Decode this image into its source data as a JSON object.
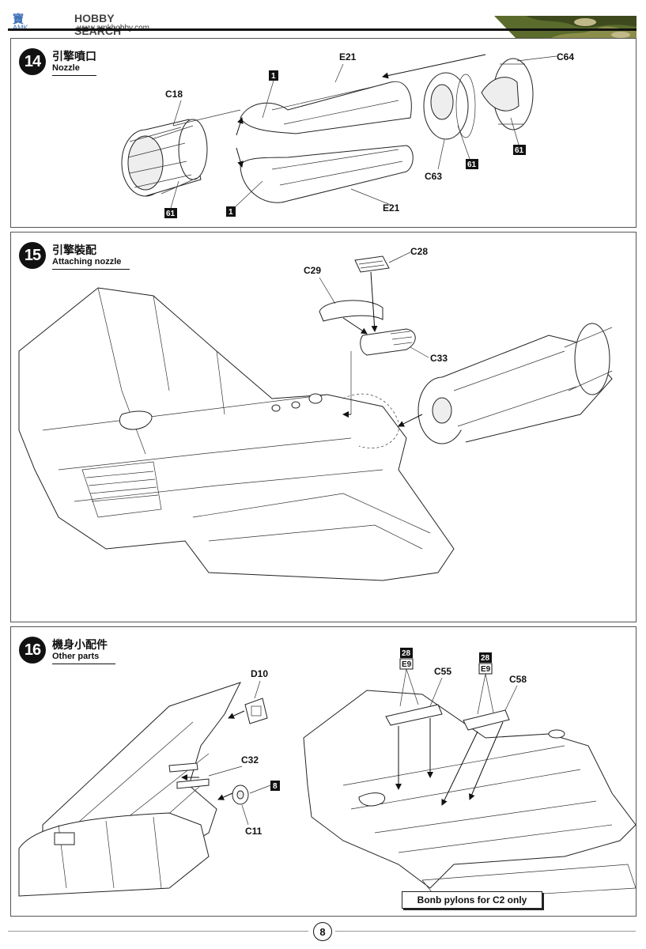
{
  "header": {
    "site_logo": "寶",
    "site_name": "HOBBY SEARCH",
    "site_logo_sub": "AMK",
    "site_url": "www.amkhobby.com"
  },
  "steps": [
    {
      "number": "14",
      "title_cn": "引擎噴口",
      "title_en": "Nozzle"
    },
    {
      "number": "15",
      "title_cn": "引擎裝配",
      "title_en": "Attaching nozzle"
    },
    {
      "number": "16",
      "title_cn": "機身小配件",
      "title_en": "Other parts"
    }
  ],
  "labels14": {
    "e21_top": "E21",
    "e21_bottom": "E21",
    "c64": "C64",
    "c18": "C18",
    "c63": "C63",
    "box1_top": "1",
    "box1_bottom": "1",
    "box61_left": "61",
    "box61_mid": "61",
    "box61_right": "61"
  },
  "labels15": {
    "c28": "C28",
    "c29": "C29",
    "c33": "C33"
  },
  "labels16": {
    "d10": "D10",
    "c32": "C32",
    "c11": "C11",
    "box8": "8",
    "c55": "C55",
    "c58": "C58",
    "box28_left": "28",
    "e9_left": "E9",
    "box28_right": "28",
    "e9_right": "E9"
  },
  "note16": "Bonb pylons for C2 only",
  "page_number": "8",
  "colors": {
    "camo": [
      "#5a6b2c",
      "#3e4a1e",
      "#8a8e4a",
      "#c2b98a"
    ]
  }
}
